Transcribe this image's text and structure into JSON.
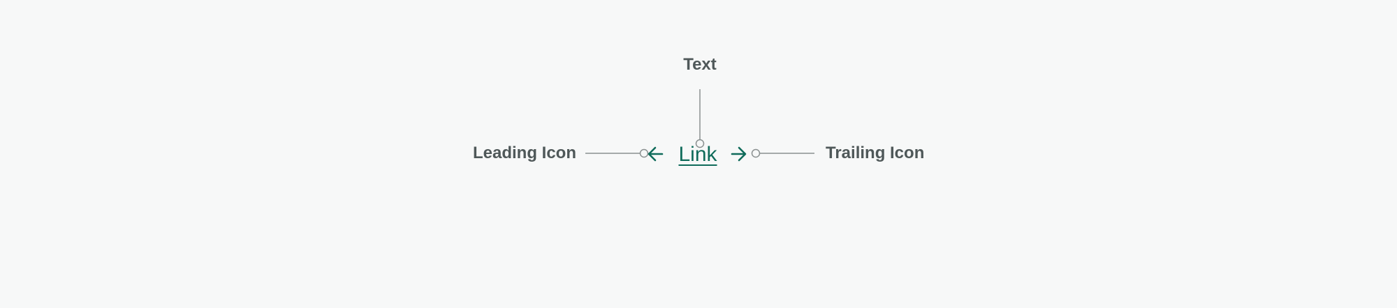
{
  "labels": {
    "text": "Text",
    "leading_icon": "Leading Icon",
    "trailing_icon": "Trailing Icon"
  },
  "link": {
    "text": "Link",
    "leading_icon": "arrow-left-icon",
    "trailing_icon": "arrow-right-icon"
  },
  "colors": {
    "background": "#f7f8f8",
    "label": "#4f5859",
    "link": "#0f6b5a",
    "connector": "#8a9090",
    "marker_fill": "#f7f8f8"
  }
}
